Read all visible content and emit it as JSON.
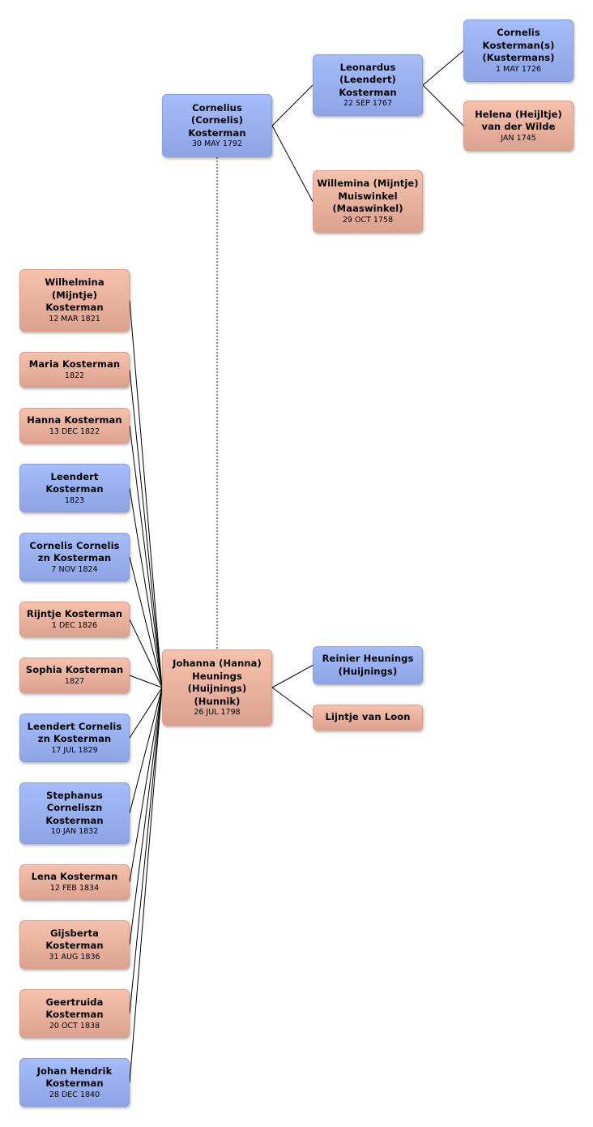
{
  "people": {
    "cornelius": {
      "name": "Cornelius (Cornelis) Kosterman",
      "date": "30 MAY 1792",
      "sex": "male"
    },
    "leonardus": {
      "name": "Leonardus (Leendert) Kosterman",
      "date": "22 SEP 1767",
      "sex": "male"
    },
    "willemina": {
      "name": "Willemina (Mijntje) Muiswinkel (Maaswinkel)",
      "date": "29 OCT 1758",
      "sex": "female"
    },
    "cornelis_sr": {
      "name": "Cornelis Kosterman(s) (Kustermans)",
      "date": "1 MAY 1726",
      "sex": "male"
    },
    "helena": {
      "name": "Helena (Heijltje) van der Wilde",
      "date": "JAN 1745",
      "sex": "female"
    },
    "johanna": {
      "name": "Johanna (Hanna) Heunings (Huijnings) (Hunnik)",
      "date": "26 JUL 1798",
      "sex": "female"
    },
    "reinier": {
      "name": "Reinier Heunings (Huijnings)",
      "date": "",
      "sex": "male"
    },
    "lijntje": {
      "name": "Lijntje van Loon",
      "date": "",
      "sex": "female"
    }
  },
  "children": [
    {
      "name": "Wilhelmina (Mijntje) Kosterman",
      "date": "12 MAR 1821",
      "sex": "female"
    },
    {
      "name": "Maria Kosterman",
      "date": "1822",
      "sex": "female"
    },
    {
      "name": "Hanna Kosterman",
      "date": "13 DEC 1822",
      "sex": "female"
    },
    {
      "name": "Leendert Kosterman",
      "date": "1823",
      "sex": "male"
    },
    {
      "name": "Cornelis Cornelis zn Kosterman",
      "date": "7 NOV 1824",
      "sex": "male"
    },
    {
      "name": "Rijntje Kosterman",
      "date": "1 DEC 1826",
      "sex": "female"
    },
    {
      "name": "Sophia Kosterman",
      "date": "1827",
      "sex": "female"
    },
    {
      "name": "Leendert Cornelis zn Kosterman",
      "date": "17 JUL 1829",
      "sex": "male"
    },
    {
      "name": "Stephanus Corneliszn Kosterman",
      "date": "10 JAN 1832",
      "sex": "male"
    },
    {
      "name": "Lena Kosterman",
      "date": "12 FEB 1834",
      "sex": "female"
    },
    {
      "name": "Gijsberta Kosterman",
      "date": "31 AUG 1836",
      "sex": "female"
    },
    {
      "name": "Geertruida Kosterman",
      "date": "20 OCT 1838",
      "sex": "female"
    },
    {
      "name": "Johan Hendrik Kosterman",
      "date": "28 DEC 1840",
      "sex": "male"
    }
  ],
  "colors": {
    "male_top": "#a5bdfb",
    "male_bottom": "#8ea4e4",
    "female_top": "#f6c2ac",
    "female_bottom": "#dca290",
    "connector": "#000000",
    "marriage_dash": "#666666"
  }
}
